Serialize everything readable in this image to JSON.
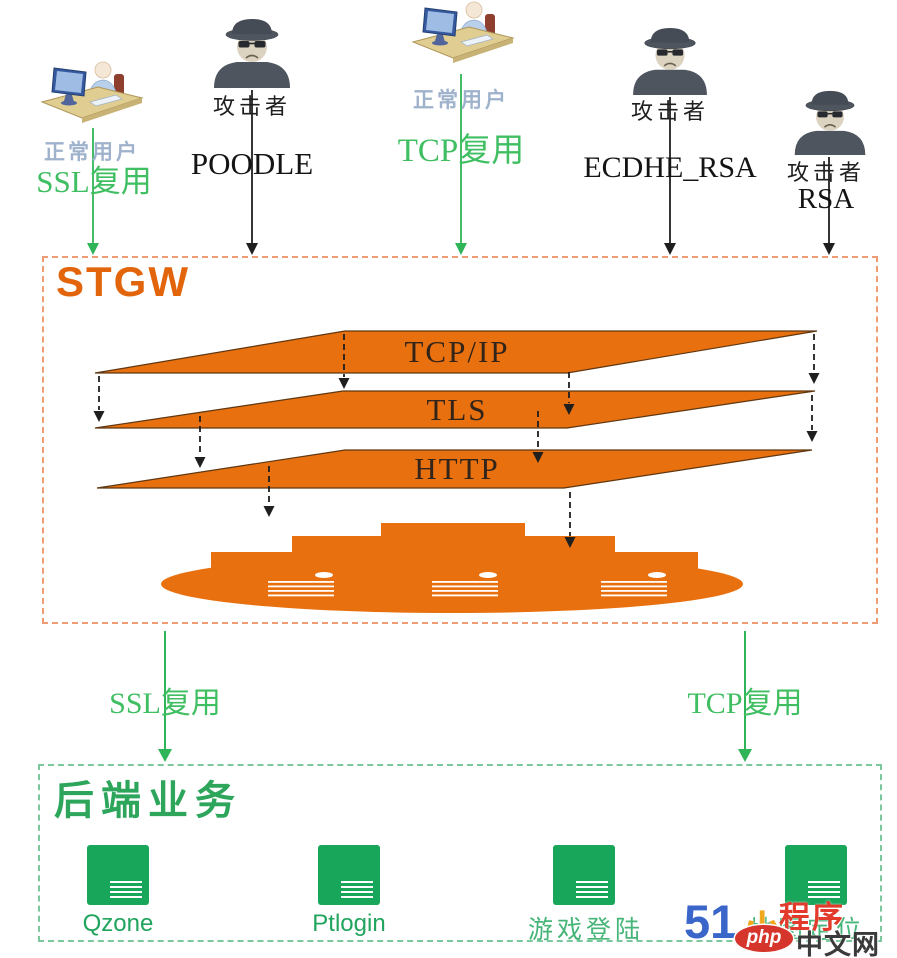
{
  "actors": [
    {
      "kind": "user",
      "label": "正常用户",
      "protocol": "SSL复用"
    },
    {
      "kind": "attacker",
      "label": "攻击者",
      "protocol": "POODLE"
    },
    {
      "kind": "user",
      "label": "正常用户",
      "protocol": "TCP复用"
    },
    {
      "kind": "attacker",
      "label": "攻击者",
      "protocol": "ECDHE_RSA"
    },
    {
      "kind": "attacker",
      "label": "攻击者",
      "protocol": "RSA"
    }
  ],
  "stgw": {
    "title": "STGW",
    "layers": [
      "TCP/IP",
      "TLS",
      "HTTP"
    ]
  },
  "links": {
    "left": "SSL复用",
    "right": "TCP复用"
  },
  "backend": {
    "title": "后端业务",
    "services": [
      "Qzone",
      "Ptlogin",
      "游戏登陆",
      "地图定位"
    ]
  },
  "watermark": {
    "part1": "51",
    "part2": "小",
    "part3": "程序",
    "part4": "php",
    "part5": "中文网"
  },
  "colors": {
    "orange_fill": "#E8700F",
    "orange_title": "#E2640B",
    "orange_border": "#EE9E72",
    "green_arrow": "#2FB457",
    "green_text": "#3FBE62",
    "green_title": "#2DA65C",
    "green_border": "#7CC89E",
    "green_icon": "#17A65A",
    "user_label_blue": "#9FB2CC",
    "black_arrow": "#1F1F1F"
  }
}
